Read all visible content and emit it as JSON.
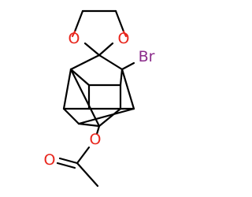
{
  "molecule": {
    "atoms": {
      "o_left": "O",
      "o_right": "O",
      "br": "Br",
      "o_ester": "O",
      "o_carbonyl": "O"
    },
    "colors": {
      "carbon": "#000000",
      "oxygen": "#e8261d",
      "bromine": "#8a2a8a"
    }
  }
}
